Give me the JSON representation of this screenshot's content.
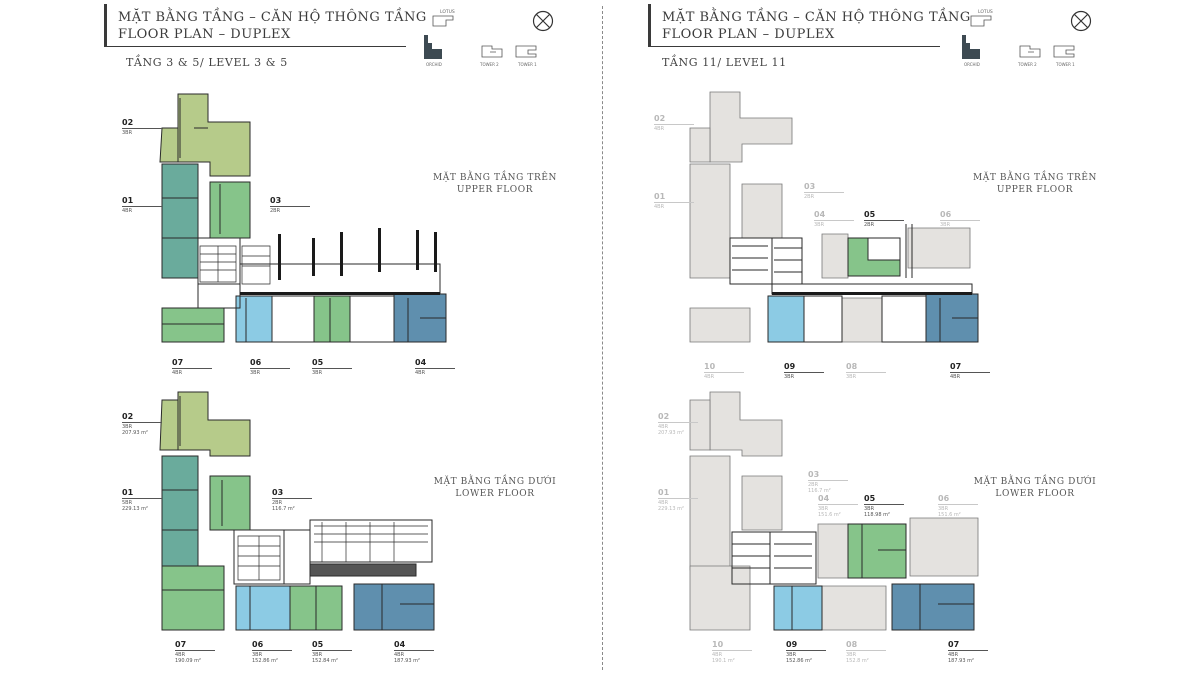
{
  "colors": {
    "olive": "#b6cb8a",
    "teal": "#6aab9c",
    "green": "#86c48a",
    "sky": "#8ccbe4",
    "steel": "#5f8fae",
    "gray": "#e4e2df",
    "line": "#2a2a2a"
  },
  "key_labels": {
    "lotus": "LOTUS",
    "orchid": "ORCHID",
    "tower2": "TOWER 2",
    "tower1": "TOWER 1"
  },
  "compass_icon": "compass-circle-x-icon",
  "pages": [
    {
      "title_vn": "MẶT BẰNG TẦNG – CĂN HỘ THÔNG TẦNG",
      "title_en": "FLOOR PLAN – DUPLEX",
      "level": "TẦNG 3 & 5/ LEVEL 3 & 5",
      "upper_vn": "MẶT BẰNG TẦNG TRÊN",
      "upper_en": "UPPER FLOOR",
      "lower_vn": "MẶT BẰNG TẦNG DƯỚI",
      "lower_en": "LOWER FLOOR",
      "upper_units": [
        {
          "num": "02",
          "br": "3BR"
        },
        {
          "num": "01",
          "br": "4BR"
        },
        {
          "num": "03",
          "br": "2BR"
        },
        {
          "num": "07",
          "br": "4BR"
        },
        {
          "num": "06",
          "br": "3BR"
        },
        {
          "num": "05",
          "br": "3BR"
        },
        {
          "num": "04",
          "br": "4BR"
        }
      ],
      "lower_units": [
        {
          "num": "02",
          "br": "3BR",
          "area": "207.93 m²"
        },
        {
          "num": "01",
          "br": "5BR",
          "area": "229.13 m²"
        },
        {
          "num": "03",
          "br": "2BR",
          "area": "116.7 m²"
        },
        {
          "num": "07",
          "br": "4BR",
          "area": "190.09 m²"
        },
        {
          "num": "06",
          "br": "3BR",
          "area": "152.86 m²"
        },
        {
          "num": "05",
          "br": "3BR",
          "area": "152.84 m²"
        },
        {
          "num": "04",
          "br": "4BR",
          "area": "187.93 m²"
        }
      ]
    },
    {
      "title_vn": "MẶT BẰNG TẦNG – CĂN HỘ THÔNG TẦNG",
      "title_en": "FLOOR PLAN – DUPLEX",
      "level": "TẦNG 11/ LEVEL 11",
      "upper_vn": "MẶT BẰNG TẦNG TRÊN",
      "upper_en": "UPPER FLOOR",
      "lower_vn": "MẶT BẰNG TẦNG DƯỚI",
      "lower_en": "LOWER FLOOR",
      "upper_units": [
        {
          "num": "02",
          "br": "4BR"
        },
        {
          "num": "01",
          "br": "4BR"
        },
        {
          "num": "03",
          "br": "2BR"
        },
        {
          "num": "04",
          "br": "3BR"
        },
        {
          "num": "05",
          "br": "2BR"
        },
        {
          "num": "06",
          "br": "3BR"
        },
        {
          "num": "10",
          "br": "4BR"
        },
        {
          "num": "09",
          "br": "3BR"
        },
        {
          "num": "08",
          "br": "3BR"
        },
        {
          "num": "07",
          "br": "4BR"
        }
      ],
      "lower_units": [
        {
          "num": "02",
          "br": "4BR",
          "area": "207.93 m²"
        },
        {
          "num": "01",
          "br": "4BR",
          "area": "229.13 m²"
        },
        {
          "num": "03",
          "br": "2BR",
          "area": "116.7 m²"
        },
        {
          "num": "04",
          "br": "3BR",
          "area": "151.6 m²"
        },
        {
          "num": "05",
          "br": "3BR",
          "area": "118.98 m²"
        },
        {
          "num": "06",
          "br": "3BR",
          "area": "151.6 m²"
        },
        {
          "num": "10",
          "br": "4BR",
          "area": "190.1 m²"
        },
        {
          "num": "09",
          "br": "3BR",
          "area": "152.86 m²"
        },
        {
          "num": "08",
          "br": "3BR",
          "area": "152.8 m²"
        },
        {
          "num": "07",
          "br": "4BR",
          "area": "187.93 m²"
        }
      ]
    }
  ]
}
